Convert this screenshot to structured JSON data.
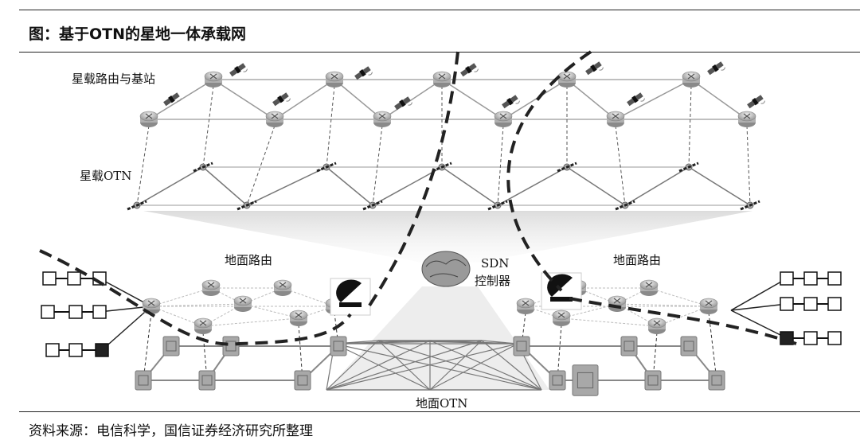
{
  "title": "图：基于OTN的星地一体承载网",
  "source": "资料来源：电信科学，国信证券经济研究所整理",
  "diagram": {
    "labels": {
      "satellite_router_layer": "星载路由与基站",
      "satellite_otn_layer": "星载OTN",
      "ground_router_left": "地面路由",
      "ground_router_right": "地面路由",
      "sdn_line1": "SDN",
      "sdn_line2": "控制器",
      "ground_otn": "地面OTN"
    }
  }
}
